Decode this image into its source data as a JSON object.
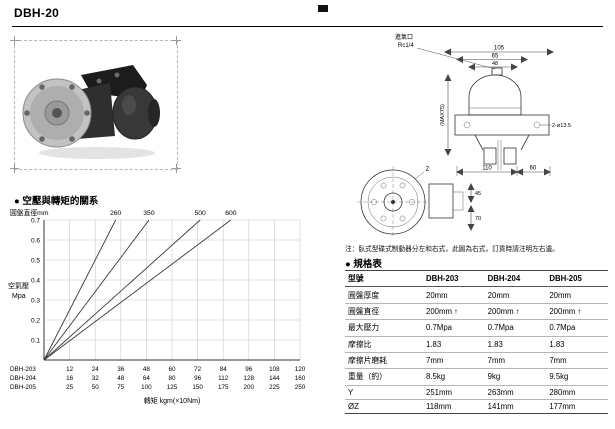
{
  "header": {
    "title": "DBH-20"
  },
  "drawing": {
    "labels": {
      "air_inlet": "進氣口",
      "thread": "Rc1/4",
      "z": "Z"
    },
    "dims": {
      "d105": "105",
      "d65": "65",
      "d48": "48",
      "max75": "(MAX75)",
      "d110": "110",
      "d60": "60",
      "d45": "45",
      "d70": "70",
      "hole": "2-ø13.5"
    }
  },
  "note": "注：臥式型碟式制動器分左和右式，此圖為右式，訂貨時請注明左右邊。",
  "chart": {
    "bullet": "●",
    "section_title": "空壓與轉矩的關系",
    "diameter_label": "圓盤直徑mm",
    "y_axis_label_1": "空氣壓",
    "y_axis_label_2": "Mpa"
  },
  "chart_data": {
    "type": "line",
    "title": "空壓與轉矩的關系",
    "xlabel": "轉矩 kgm(×10Nm)",
    "ylabel": "空氣壓 Mpa",
    "ylim": [
      0,
      0.7
    ],
    "y_ticks": [
      0.1,
      0.2,
      0.3,
      0.4,
      0.5,
      0.6,
      0.7
    ],
    "grid": true,
    "legend_label": "圓盤直徑mm",
    "series": [
      {
        "name": "260",
        "x_fraction_at_max": 0.28
      },
      {
        "name": "350",
        "x_fraction_at_max": 0.41
      },
      {
        "name": "500",
        "x_fraction_at_max": 0.61
      },
      {
        "name": "600",
        "x_fraction_at_max": 0.73
      }
    ],
    "torque_rows": [
      {
        "label": "DBH-203",
        "values": [
          12,
          24,
          36,
          48,
          60,
          72,
          84,
          96,
          108,
          120
        ]
      },
      {
        "label": "DBH-204",
        "values": [
          16,
          32,
          48,
          64,
          80,
          96,
          112,
          128,
          144,
          160
        ]
      },
      {
        "label": "DBH-205",
        "values": [
          25,
          50,
          75,
          100,
          125,
          150,
          175,
          200,
          225,
          250
        ]
      }
    ]
  },
  "spec": {
    "bullet": "●",
    "section_title": "規格表",
    "columns": [
      "型號",
      "DBH-203",
      "DBH-204",
      "DBH-205"
    ],
    "rows": [
      {
        "label": "圓盤厚度",
        "values": [
          "20mm",
          "20mm",
          "20mm"
        ]
      },
      {
        "label": "圓盤直徑",
        "values": [
          "200mm ↑",
          "200mm ↑",
          "200mm ↑"
        ]
      },
      {
        "label": "最大壓力",
        "values": [
          "0.7Mpa",
          "0.7Mpa",
          "0.7Mpa"
        ]
      },
      {
        "label": "摩擦比",
        "values": [
          "1.83",
          "1.83",
          "1.83"
        ]
      },
      {
        "label": "摩擦片磨耗",
        "values": [
          "7mm",
          "7mm",
          "7mm"
        ]
      },
      {
        "label": "重量（約）",
        "values": [
          "8.5kg",
          "9kg",
          "9.5kg"
        ]
      },
      {
        "label": "Y",
        "values": [
          "251mm",
          "263mm",
          "280mm"
        ]
      },
      {
        "label": "ØZ",
        "values": [
          "118mm",
          "141mm",
          "177mm"
        ]
      }
    ]
  }
}
